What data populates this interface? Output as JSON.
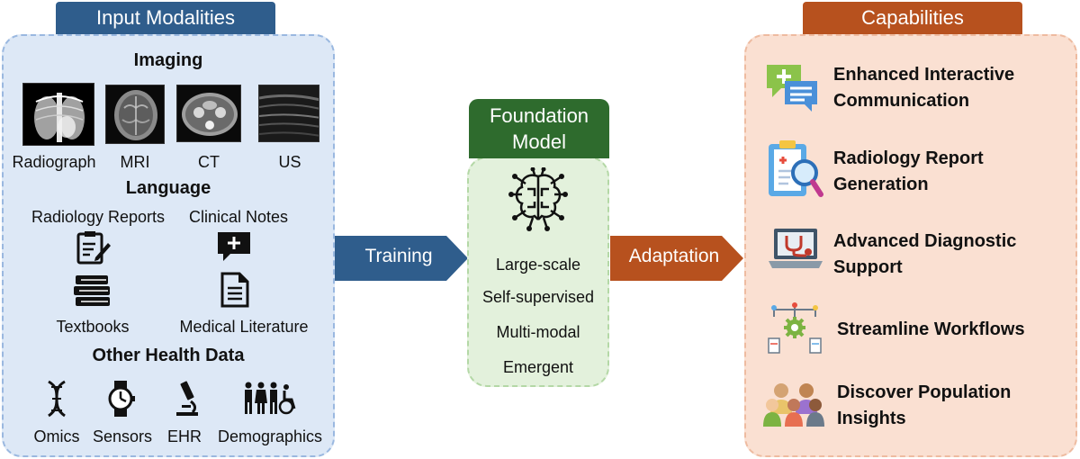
{
  "input": {
    "title": "Input Modalities",
    "imaging": {
      "heading": "Imaging",
      "items": [
        "Radiograph",
        "MRI",
        "CT",
        "US"
      ]
    },
    "language": {
      "heading": "Language",
      "items": [
        "Radiology Reports",
        "Clinical Notes",
        "Textbooks",
        "Medical Literature"
      ]
    },
    "other": {
      "heading": "Other Health Data",
      "items": [
        "Omics",
        "Sensors",
        "EHR",
        "Demographics"
      ]
    }
  },
  "flow": {
    "training": "Training",
    "adaptation": "Adaptation"
  },
  "foundation": {
    "title_line1": "Foundation",
    "title_line2": "Model",
    "properties": [
      "Large-scale",
      "Self-supervised",
      "Multi-modal",
      "Emergent"
    ]
  },
  "capabilities": {
    "title": "Capabilities",
    "items": [
      {
        "line1": "Enhanced Interactive",
        "line2": "Communication"
      },
      {
        "line1": "Radiology Report",
        "line2": "Generation"
      },
      {
        "line1": "Advanced Diagnostic",
        "line2": "Support"
      },
      {
        "line1": "Streamline Workflows",
        "line2": ""
      },
      {
        "line1": "Discover Population",
        "line2": "Insights"
      }
    ]
  },
  "colors": {
    "input_header": "#2f5d8c",
    "foundation_header": "#2e6b2d",
    "capabilities_header": "#b7511e",
    "training_arrow": "#2f5d8c",
    "adaptation_arrow": "#b7511e"
  }
}
